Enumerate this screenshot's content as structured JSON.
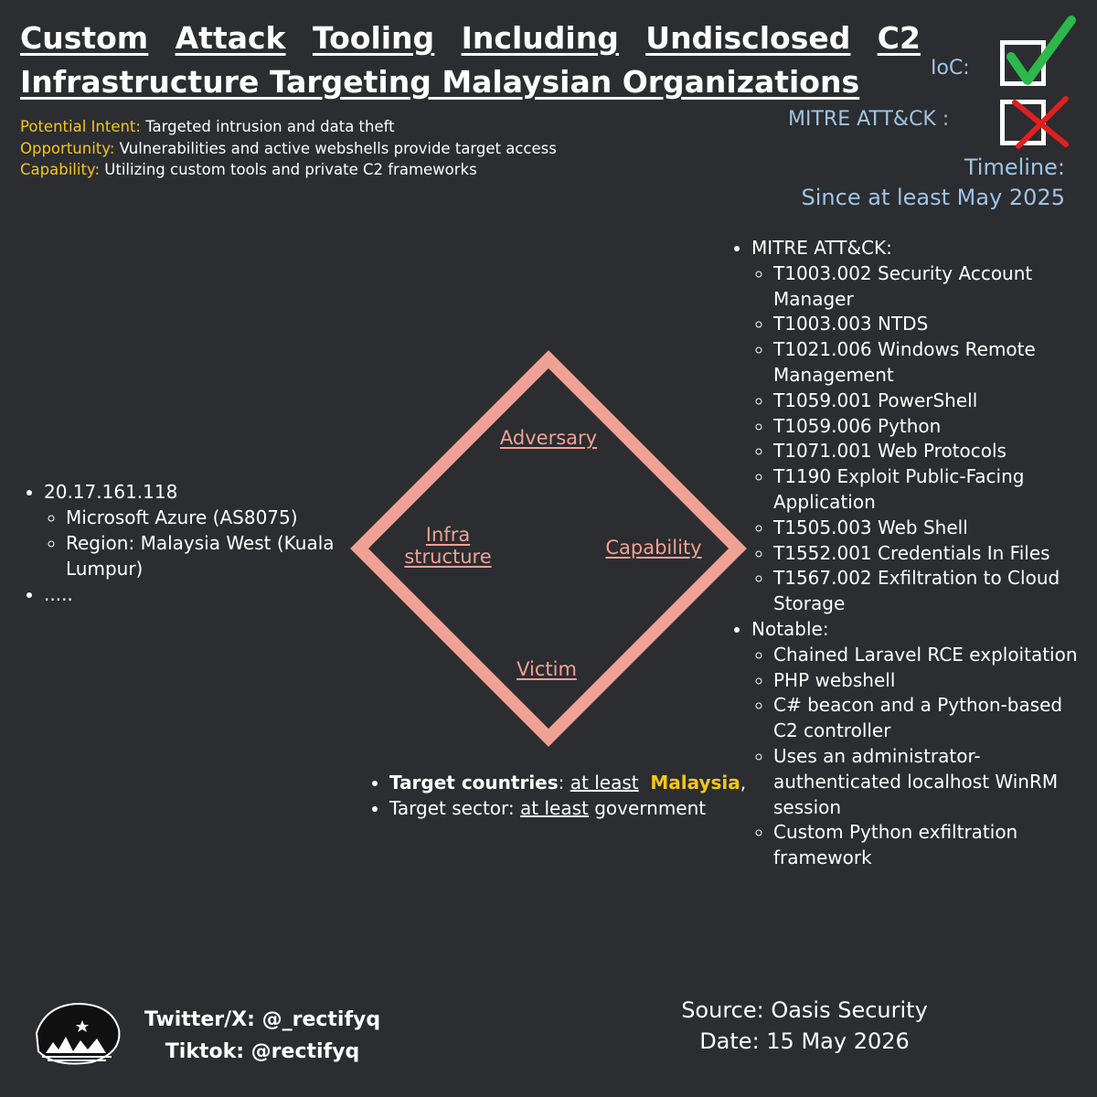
{
  "title": {
    "line1_words": [
      "Custom",
      "Attack",
      "Tooling",
      "Including",
      "Undisclosed",
      "C2"
    ],
    "line2": "Infrastructure Targeting Malaysian Organizations"
  },
  "intent": [
    {
      "key": "Potential Intent:",
      "value": " Targeted intrusion and data theft"
    },
    {
      "key": "Opportunity:",
      "value": " Vulnerabilities and active webshells provide target access"
    },
    {
      "key": "Capability:",
      "value": " Utilizing custom tools and private C2 frameworks"
    }
  ],
  "status": {
    "ioc_label": "IoC:",
    "ioc_mark": "check-icon",
    "mitre_label": "MITRE ATT&CK :",
    "mitre_mark": "cross-icon",
    "check_color": "#2db84b",
    "cross_color": "#e02020"
  },
  "timeline": {
    "label": "Timeline:",
    "value": "Since at least May 2025"
  },
  "infrastructure": {
    "ip": "20.17.161.118",
    "sub": [
      "Microsoft Azure (AS8075)",
      "Region: Malaysia West (Kuala Lumpur)"
    ],
    "more": "....."
  },
  "diamond": {
    "adversary": "Adversary",
    "infra_line1": "Infra",
    "infra_line2": "structure",
    "capability": "Capability",
    "victim": "Victim",
    "color": "#f0a195"
  },
  "victim": {
    "countries_label": "Target countries",
    "countries_sep": ": ",
    "countries_qual": "at least",
    "countries_value": "Malaysia",
    "countries_trail": ",",
    "sector_label": "Target sector: ",
    "sector_qual": "at least",
    "sector_value": " government"
  },
  "capability": {
    "mitre_heading": "MITRE ATT&CK:",
    "techniques": [
      "T1003.002 Security Account Manager",
      "T1003.003 NTDS",
      "T1021.006 Windows Remote Management",
      "T1059.001 PowerShell",
      "T1059.006 Python",
      "T1071.001 Web Protocols",
      "T1190 Exploit Public-Facing Application",
      "T1505.003 Web Shell",
      "T1552.001 Credentials In Files",
      "T1567.002 Exfiltration to Cloud Storage"
    ],
    "notable_heading": "Notable:",
    "notable": [
      "Chained Laravel RCE exploitation",
      "PHP webshell",
      "C# beacon and a Python-based C2 controller",
      "Uses an administrator-authenticated localhost WinRM session",
      "Custom Python exfiltration framework"
    ]
  },
  "footer": {
    "twitter": "Twitter/X: @_rectifyq",
    "tiktok": "Tiktok: @rectifyq",
    "source": "Source: Oasis Security",
    "date": "Date: 15 May 2026"
  }
}
